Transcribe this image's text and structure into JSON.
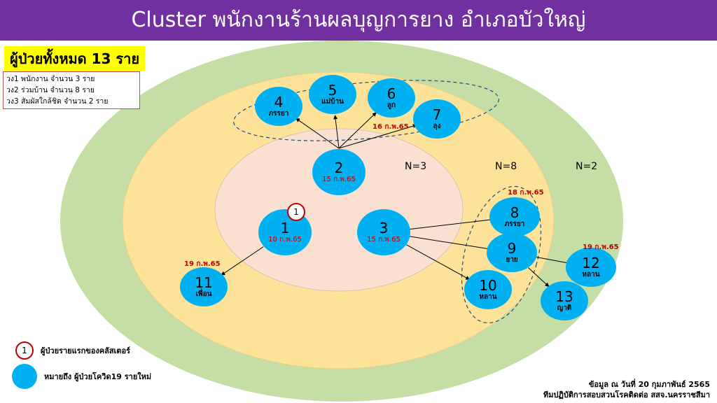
{
  "title": "Cluster พนักงานร้านผลบุญการยาง อำเภอบัวใหญ่",
  "total_cases": "ผู้ป่วยทั้งหมด 13 ราย",
  "ring_summary": [
    "วง1 พนักงาน  จำนวน 3  ราย",
    "วง2 ร่วมบ้าน   จำนวน 8 ราย",
    "วง3 สัมผัสใกล้ชิด จำนวน 2 ราย"
  ],
  "ring_labels": {
    "inner": "N=3",
    "middle": "N=8",
    "outer": "N=2"
  },
  "colors": {
    "header": "#7030a0",
    "outer_ring": "#c4dea5",
    "middle_ring": "#fde29a",
    "inner_ring": "#fae0d1",
    "node": "#00b0f0",
    "first_case_border": "#c00000",
    "date": "#c00000"
  },
  "nodes": [
    {
      "id": "1",
      "relation": "",
      "date": "10 ก.พ.65"
    },
    {
      "id": "2",
      "relation": "",
      "date": "15 ก.พ.65"
    },
    {
      "id": "3",
      "relation": "",
      "date": "15 ก.พ.65"
    },
    {
      "id": "4",
      "relation": "ภรรยา",
      "date": ""
    },
    {
      "id": "5",
      "relation": "แม่บ้าน",
      "date": ""
    },
    {
      "id": "6",
      "relation": "ลูก",
      "date": ""
    },
    {
      "id": "7",
      "relation": "ลุง",
      "date": ""
    },
    {
      "id": "8",
      "relation": "ภรรยา",
      "date": ""
    },
    {
      "id": "9",
      "relation": "ยาย",
      "date": ""
    },
    {
      "id": "10",
      "relation": "หลาน",
      "date": ""
    },
    {
      "id": "11",
      "relation": "เพื่อน",
      "date": ""
    },
    {
      "id": "12",
      "relation": "หลาน",
      "date": ""
    },
    {
      "id": "13",
      "relation": "ญาติ",
      "date": ""
    }
  ],
  "edges": [
    [
      "2",
      "4"
    ],
    [
      "2",
      "5"
    ],
    [
      "2",
      "6"
    ],
    [
      "2",
      "7"
    ],
    [
      "1",
      "11"
    ],
    [
      "3",
      "8"
    ],
    [
      "3",
      "9"
    ],
    [
      "3",
      "10"
    ],
    [
      "9",
      "12"
    ],
    [
      "9",
      "13"
    ]
  ],
  "group_dates": {
    "cases_4_7": "16 ก.พ.65",
    "cases_8_10": "18 ก.พ.65",
    "case_11": "19 ก.พ.65",
    "cases_12_13": "19 ก.พ.65"
  },
  "first_case_marker": "1",
  "legend": {
    "first_case": "ผู้ป่วยรายแรกของคลัสเตอร์",
    "case": "หมายถึง  ผู้ป่วยโควิด19 รายใหม่"
  },
  "footer": {
    "line1": "ข้อมูล ณ วันที่ 20 กุมภาพันธ์ 2565",
    "line2": "ทีมปฏิบัติการสอบสวนโรคติดต่อ  สสจ.นครราชสีมา"
  }
}
